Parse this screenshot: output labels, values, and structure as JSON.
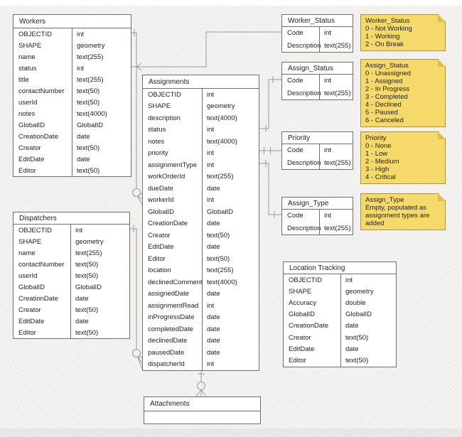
{
  "diagram": {
    "entities": {
      "workers": {
        "title": "Workers",
        "fields": [
          [
            "OBJECTID",
            "int"
          ],
          [
            "SHAPE",
            "geometry"
          ],
          [
            "name",
            "text(255)"
          ],
          [
            "status",
            "int"
          ],
          [
            "title",
            "text(255)"
          ],
          [
            "contactNumber",
            "text(50)"
          ],
          [
            "userId",
            "text(50)"
          ],
          [
            "notes",
            "text(4000)"
          ],
          [
            "GlobalID",
            "GlobalID"
          ],
          [
            "CreationDate",
            "date"
          ],
          [
            "Creator",
            "text(50)"
          ],
          [
            "EditDate",
            "date"
          ],
          [
            "Editor",
            "text(50)"
          ]
        ]
      },
      "dispatchers": {
        "title": "Dispatchers",
        "fields": [
          [
            "OBJECTID",
            "int"
          ],
          [
            "SHAPE",
            "geometry"
          ],
          [
            "name",
            "text(255)"
          ],
          [
            "contactNumber",
            "text(50)"
          ],
          [
            "userId",
            "text(50)"
          ],
          [
            "GlobalID",
            "GlobalID"
          ],
          [
            "CreationDate",
            "date"
          ],
          [
            "Creator",
            "text(50)"
          ],
          [
            "EditDate",
            "date"
          ],
          [
            "Editor",
            "text(50)"
          ]
        ]
      },
      "assignments": {
        "title": "Assignments",
        "fields": [
          [
            "OBJECTID",
            "int"
          ],
          [
            "SHAPE",
            "geometry"
          ],
          [
            "description",
            "text(4000)"
          ],
          [
            "status",
            "int"
          ],
          [
            "notes",
            "text(4000)"
          ],
          [
            "priority",
            "int"
          ],
          [
            "assignmentType",
            "int"
          ],
          [
            "workOrderId",
            "text(255)"
          ],
          [
            "dueDate",
            "date"
          ],
          [
            "workerId",
            "int"
          ],
          [
            "GlobalID",
            "GlobalID"
          ],
          [
            "CreationDate",
            "date"
          ],
          [
            "Creator",
            "text(50)"
          ],
          [
            "EditDate",
            "date"
          ],
          [
            "Editor",
            "text(50)"
          ],
          [
            "location",
            "text(255)"
          ],
          [
            "declinedComment",
            "text(4000)"
          ],
          [
            "assignedDate",
            "date"
          ],
          [
            "assignmentRead",
            "int"
          ],
          [
            "inProgressDate",
            "date"
          ],
          [
            "completedDate",
            "date"
          ],
          [
            "declinedDate",
            "date"
          ],
          [
            "pausedDate",
            "date"
          ],
          [
            "dispatcherId",
            "int"
          ]
        ]
      },
      "worker_status": {
        "title": "Worker_Status",
        "fields": [
          [
            "Code",
            "int"
          ],
          [
            "Description",
            "text(255)"
          ]
        ]
      },
      "assign_status": {
        "title": "Assign_Status",
        "fields": [
          [
            "Code",
            "int"
          ],
          [
            "Description",
            "text(255)"
          ]
        ]
      },
      "priority": {
        "title": "Priority",
        "fields": [
          [
            "Code",
            "int"
          ],
          [
            "Description",
            "text(255)"
          ]
        ]
      },
      "assign_type": {
        "title": "Assign_Type",
        "fields": [
          [
            "Code",
            "int"
          ],
          [
            "Description",
            "text(255)"
          ]
        ]
      },
      "location_tracking": {
        "title": "Location Tracking",
        "fields": [
          [
            "OBJECTID",
            "int"
          ],
          [
            "SHAPE",
            "geometry"
          ],
          [
            "Accuracy",
            "double"
          ],
          [
            "GlobalID",
            "GlobalID"
          ],
          [
            "CreationDate",
            "date"
          ],
          [
            "Creator",
            "text(50)"
          ],
          [
            "EditDate",
            "date"
          ],
          [
            "Editor",
            "text(50)"
          ]
        ]
      },
      "attachments": {
        "title": "Attachments",
        "fields": []
      }
    },
    "notes": {
      "worker_status": {
        "title": "Worker_Status",
        "lines": [
          "0 - Not Working",
          "1 - Working",
          "2 - On Break"
        ]
      },
      "assign_status": {
        "title": "Assign_Status",
        "lines": [
          "0 - Unassigned",
          "1 - Assigned",
          "2 - In Progress",
          "3 - Completed",
          "4 - Declined",
          "5 - Paused",
          "6 - Canceled"
        ]
      },
      "priority": {
        "title": "Priority",
        "lines": [
          "0 - None",
          "1 - Low",
          "2 - Medium",
          "3 - High",
          "4 - Critical"
        ]
      },
      "assign_type": {
        "title": "Assign_Type",
        "lines": [
          "Empty, populated as assignment types are added"
        ]
      }
    }
  },
  "colors": {
    "note_fill": "#f5d96b",
    "note_border": "#ab943c",
    "note_fold": "#d9bc52",
    "table_border": "#6e6e6e",
    "line": "#999999",
    "text": "#222222",
    "bg": "#f2f0ee"
  }
}
